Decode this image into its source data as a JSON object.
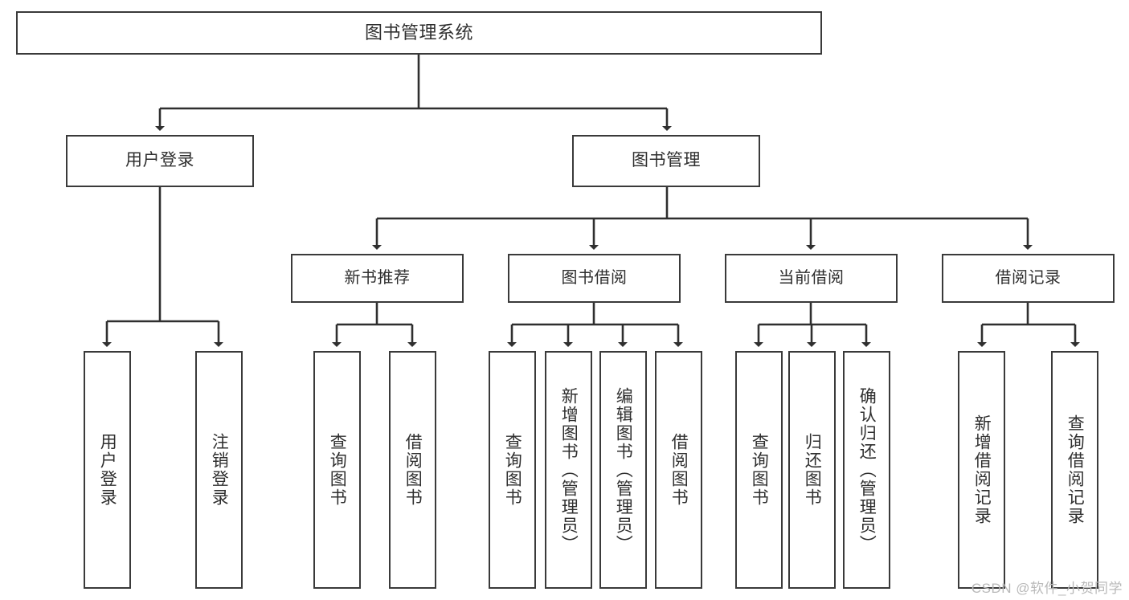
{
  "diagram": {
    "title": "图书管理系统",
    "root": {
      "label": "图书管理系统"
    },
    "level2": [
      {
        "label": "用户登录"
      },
      {
        "label": "图书管理"
      }
    ],
    "level3": [
      {
        "label": "新书推荐"
      },
      {
        "label": "图书借阅"
      },
      {
        "label": "当前借阅"
      },
      {
        "label": "借阅记录"
      }
    ],
    "leaves": {
      "user_login": [
        {
          "label": "用户登录"
        },
        {
          "label": "注销登录"
        }
      ],
      "new_book_recommend": [
        {
          "label": "查询图书"
        },
        {
          "label": "借阅图书"
        }
      ],
      "book_borrow": [
        {
          "label": "查询图书"
        },
        {
          "label": "新增图书（管理员）"
        },
        {
          "label": "编辑图书（管理员）"
        },
        {
          "label": "借阅图书"
        }
      ],
      "current_borrow": [
        {
          "label": "查询图书"
        },
        {
          "label": "归还图书"
        },
        {
          "label": "确认归还（管理员）"
        }
      ],
      "borrow_record": [
        {
          "label": "新增借阅记录"
        },
        {
          "label": "查询借阅记录"
        }
      ]
    }
  },
  "watermark": {
    "text": "CSDN @软件_小贺同学"
  },
  "colors": {
    "box_border": "#3a3a3a",
    "connector": "#2f2f2f",
    "text": "#2f2f2f",
    "background": "#ffffff",
    "watermark": "#b9b9b9"
  }
}
